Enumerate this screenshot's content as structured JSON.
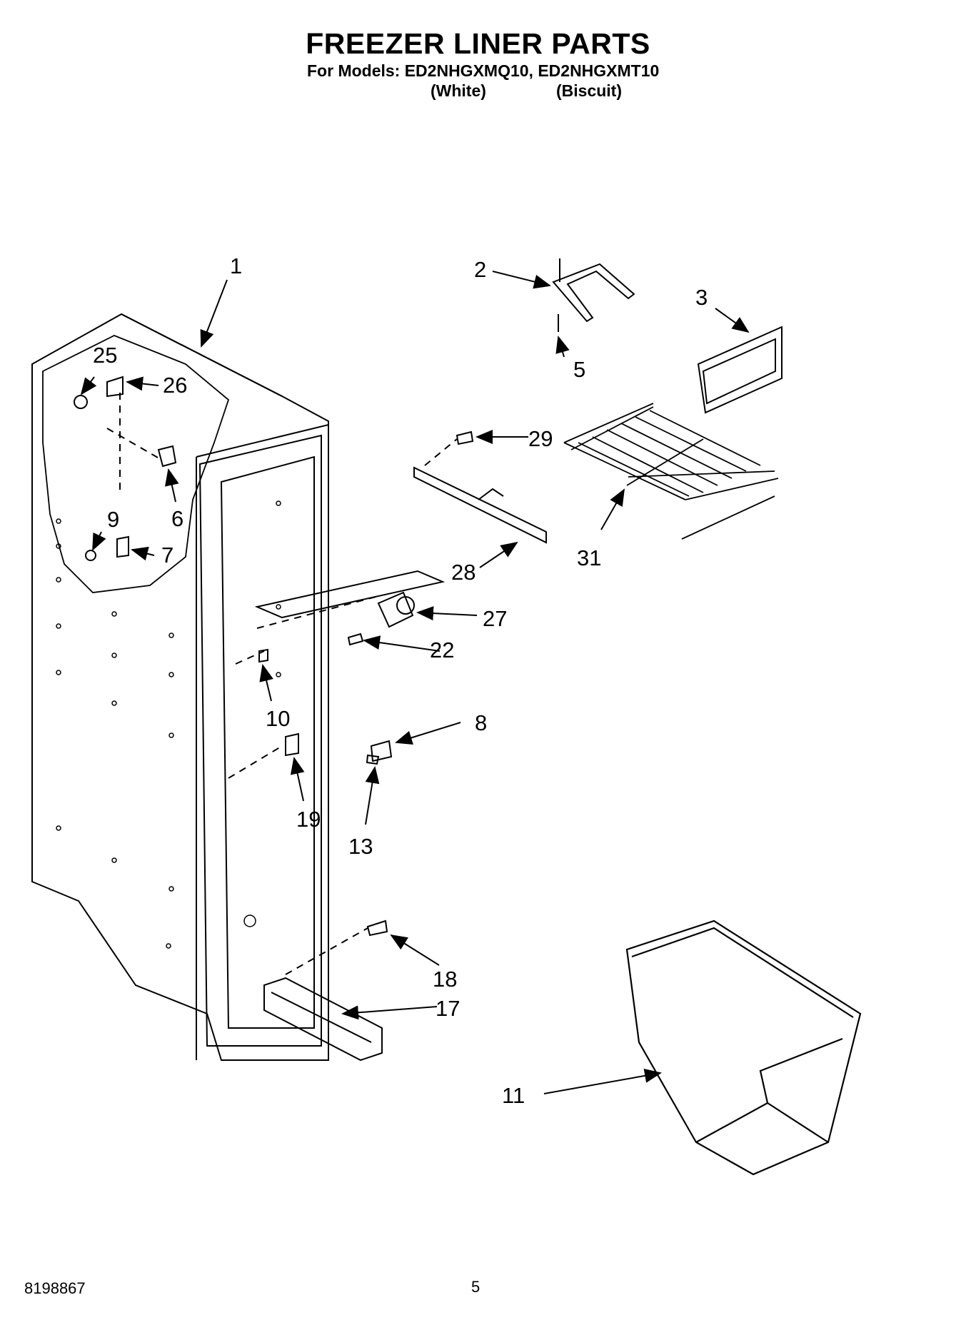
{
  "header": {
    "title": "FREEZER LINER PARTS",
    "models_line": "For Models: ED2NHGXMQ10, ED2NHGXMT10",
    "variant_1": "(White)",
    "variant_2": "(Biscuit)"
  },
  "callouts": [
    "1",
    "2",
    "3",
    "5",
    "25",
    "26",
    "29",
    "6",
    "9",
    "7",
    "28",
    "31",
    "27",
    "22",
    "10",
    "8",
    "19",
    "13",
    "18",
    "17",
    "11"
  ],
  "footer": {
    "doc_number": "8198867",
    "page_number": "5"
  }
}
